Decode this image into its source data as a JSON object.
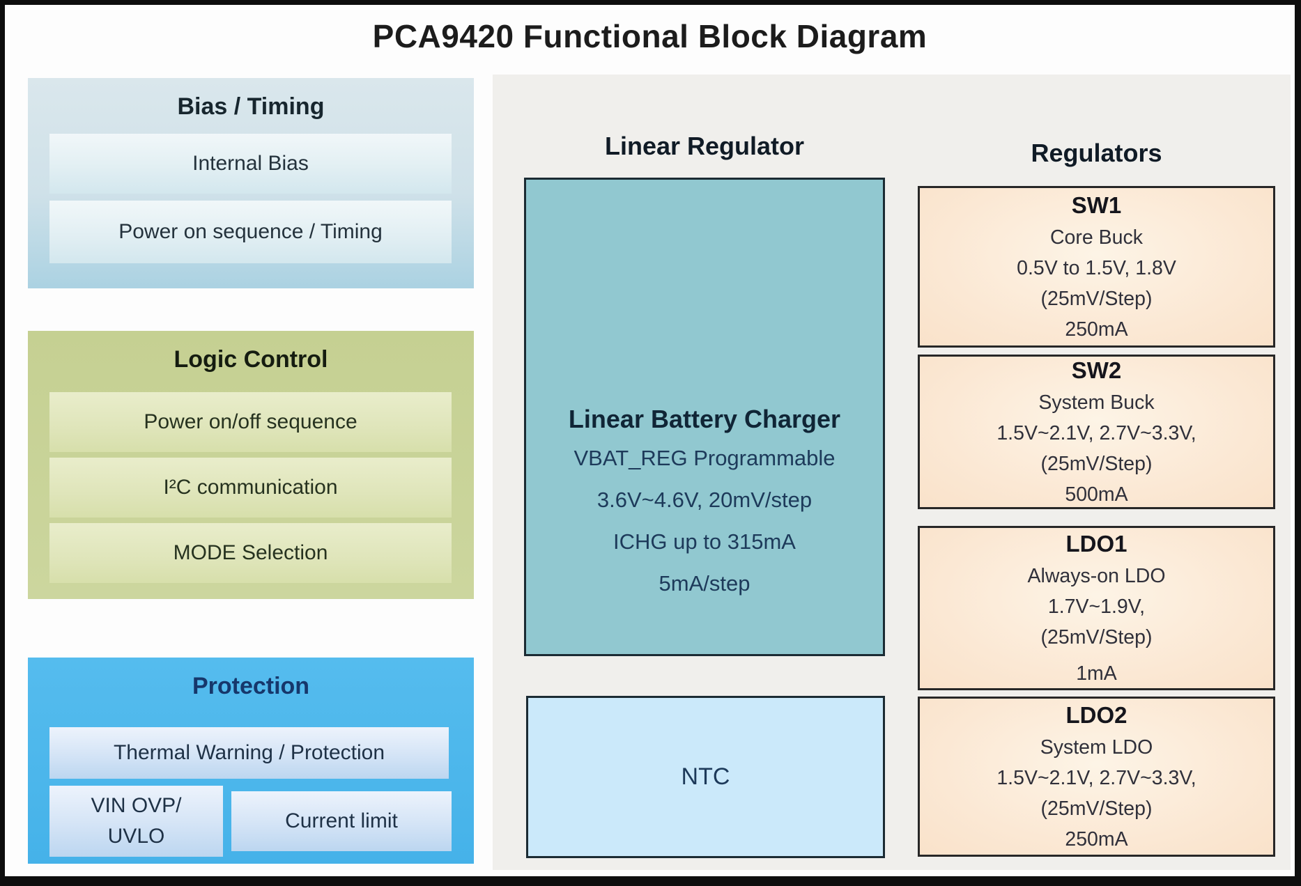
{
  "title": "PCA9420 Functional Block Diagram",
  "left": {
    "bias_timing": {
      "title": "Bias / Timing",
      "items": [
        "Internal Bias",
        "Power on sequence / Timing"
      ]
    },
    "logic_control": {
      "title": "Logic Control",
      "items": [
        "Power on/off sequence",
        "I²C communication",
        "MODE Selection"
      ]
    },
    "protection": {
      "title": "Protection",
      "thermal": "Thermal Warning / Protection",
      "vin_ovp_line1": "VIN OVP/",
      "vin_ovp_line2": "UVLO",
      "current_limit": "Current limit"
    }
  },
  "middle": {
    "header": "Linear Regulator",
    "charger": {
      "title": "Linear Battery Charger",
      "lines": [
        "VBAT_REG Programmable",
        "3.6V~4.6V, 20mV/step",
        "ICHG up to 315mA",
        "5mA/step"
      ]
    },
    "ntc_label": "NTC"
  },
  "right": {
    "header": "Regulators",
    "boxes": [
      {
        "name": "SW1",
        "lines": [
          "Core Buck",
          "0.5V to 1.5V, 1.8V",
          "(25mV/Step)",
          "250mA"
        ]
      },
      {
        "name": "SW2",
        "lines": [
          "System Buck",
          "1.5V~2.1V, 2.7V~3.3V,",
          "(25mV/Step)",
          "500mA"
        ]
      },
      {
        "name": "LDO1",
        "lines": [
          "Always-on LDO",
          "1.7V~1.9V,",
          "(25mV/Step)",
          "1mA"
        ]
      },
      {
        "name": "LDO2",
        "lines": [
          "System LDO",
          "1.5V~2.1V, 2.7V~3.3V,",
          "(25mV/Step)",
          "250mA"
        ]
      }
    ]
  },
  "colors": {
    "protection_blue": "#4cb7ec",
    "charger_teal": "#91c8d0",
    "regulator_peach": "#fbe8d4",
    "logic_olive": "#c9d498",
    "ntc_light_blue": "#cbe9fa",
    "panel_gray": "#f0efec"
  }
}
